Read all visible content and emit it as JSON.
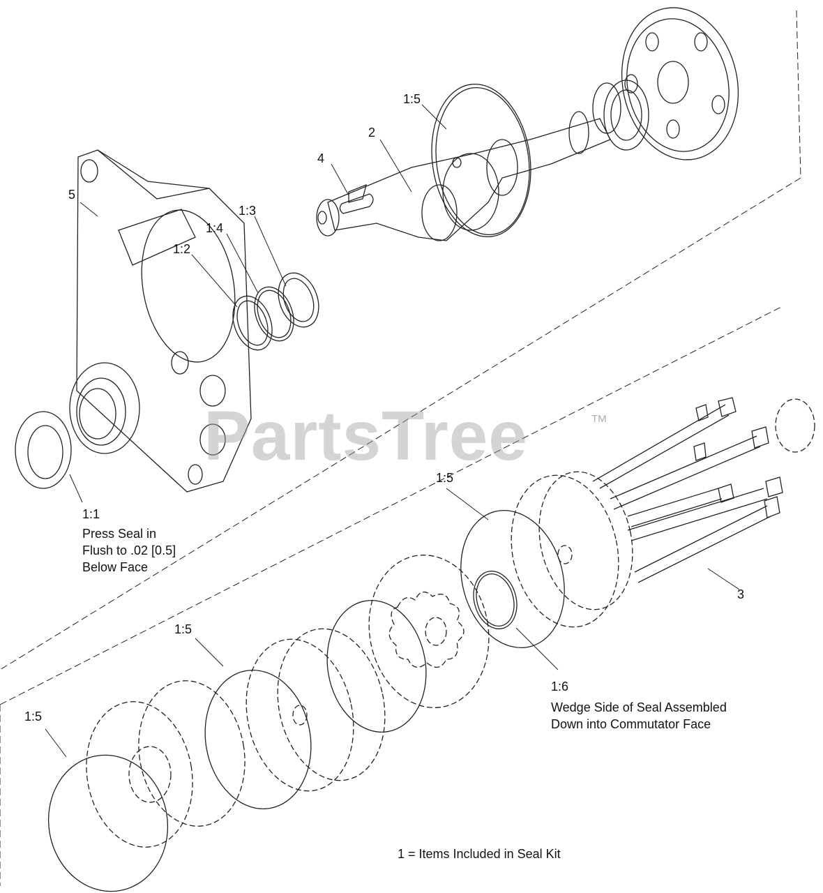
{
  "watermark": {
    "text": "PartsTree",
    "trademark": "TM"
  },
  "callouts": {
    "c_1_1": "1:1",
    "c_1_2": "1:2",
    "c_1_3": "1:3",
    "c_1_4": "1:4",
    "c_1_5_top": "1:5",
    "c_1_5_mid": "1:5",
    "c_1_5_left": "1:5",
    "c_1_5_bottom": "1:5",
    "c_1_6": "1:6",
    "c_2": "2",
    "c_3": "3",
    "c_4": "4",
    "c_5": "5"
  },
  "notes": {
    "press_seal_1": "Press Seal in",
    "press_seal_2": "Flush to .02 [0.5]",
    "press_seal_3": "Below Face",
    "wedge_1": "Wedge Side of Seal Assembled",
    "wedge_2": "Down into Commutator Face",
    "legend": "1 = Items Included in Seal Kit"
  },
  "colors": {
    "line": "#222222",
    "watermark": "#a0a0a0"
  }
}
